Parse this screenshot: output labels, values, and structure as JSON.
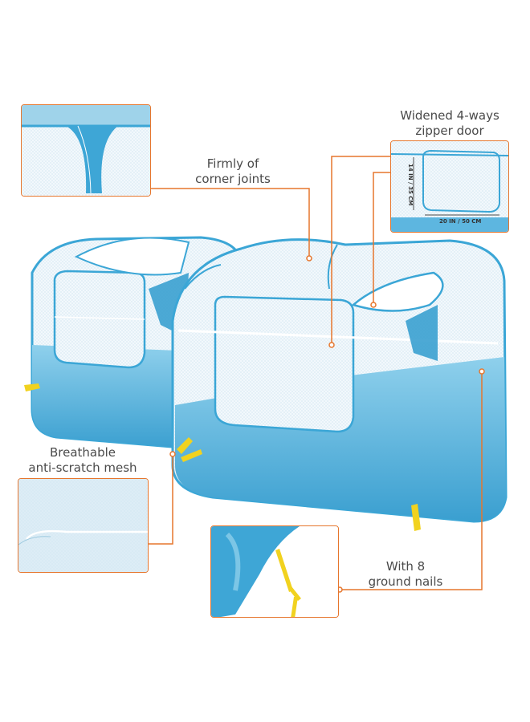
{
  "callouts": {
    "corner_joints": {
      "line1": "Firmly of",
      "line2": "corner joints"
    },
    "zipper_door": {
      "line1": "Widened 4-ways",
      "line2": "zipper door"
    },
    "mesh": {
      "line1": "Breathable",
      "line2": "anti-scratch mesh"
    },
    "ground_nails": {
      "line1": "With 8",
      "line2": "ground nails"
    }
  },
  "dimensions": {
    "width": "20 IN / 50 CM",
    "height": "14 IN / 35 CM"
  },
  "colors": {
    "accent_orange": "#e6762d",
    "tent_blue": "#3ba6d6",
    "tent_blue_light": "#7cc6e6",
    "mesh_white": "#eef6fb",
    "stake_yellow": "#f1d21f"
  }
}
